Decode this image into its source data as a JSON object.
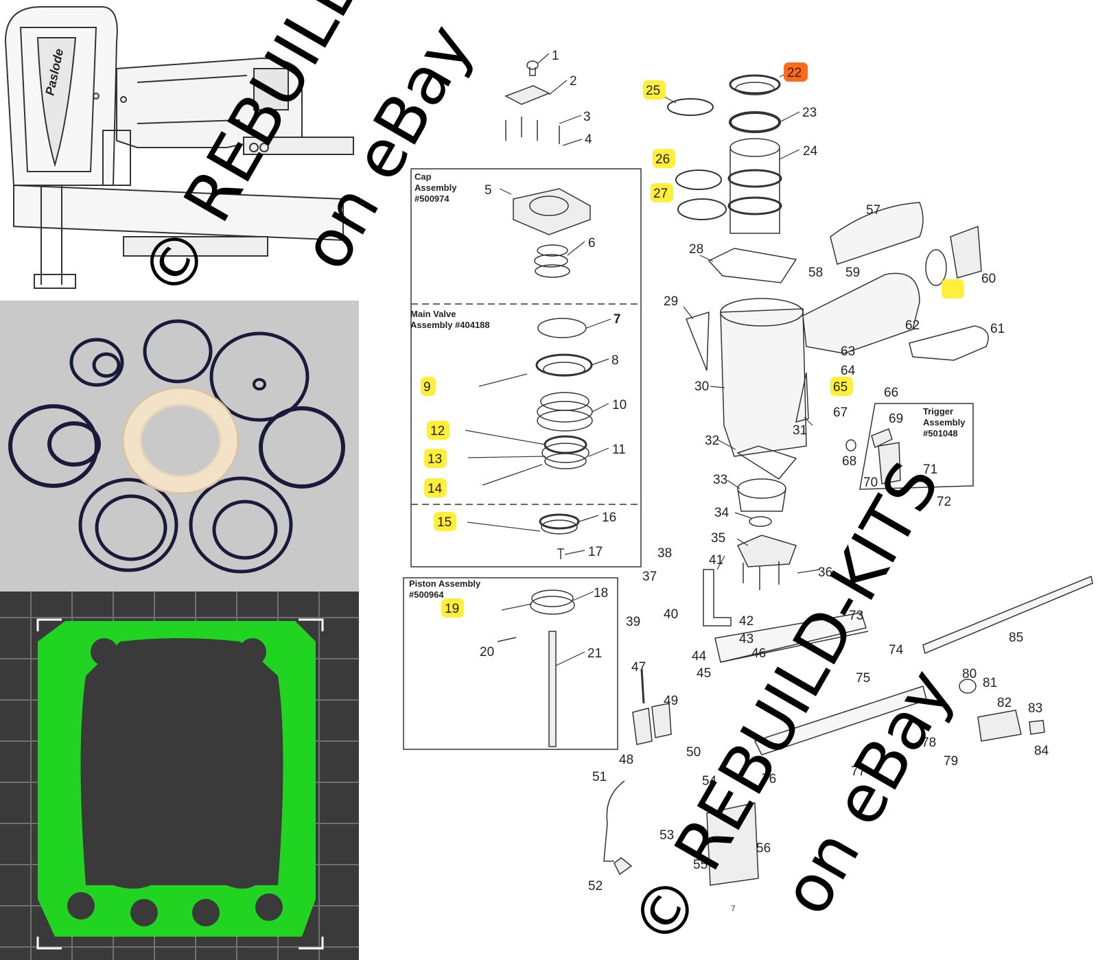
{
  "brand": "Paslode",
  "page_number": "7",
  "watermark": {
    "line1": "© REBUILD-KITS",
    "line2": "on eBay"
  },
  "highlight_colors": {
    "yellow": "#ffef3a",
    "orange": "#ff6a1a",
    "gasket": "#22d422"
  },
  "assemblies": {
    "cap": {
      "title": "Cap Assembly #500974"
    },
    "main_valve": {
      "title": "Main Valve Assembly #404188"
    },
    "piston": {
      "title": "Piston Assembly #500964"
    },
    "trigger": {
      "title": "Trigger Assembly #501048"
    }
  },
  "highlighted_parts": [
    "9",
    "12",
    "13",
    "14",
    "15",
    "19",
    "25",
    "26",
    "27",
    "65"
  ],
  "emphasized_part": "22",
  "callouts": [
    "1",
    "2",
    "3",
    "4",
    "5",
    "6",
    "7",
    "8",
    "9",
    "10",
    "11",
    "12",
    "13",
    "14",
    "15",
    "16",
    "17",
    "18",
    "19",
    "20",
    "21",
    "22",
    "23",
    "24",
    "25",
    "26",
    "27",
    "28",
    "29",
    "30",
    "31",
    "32",
    "33",
    "34",
    "35",
    "36",
    "37",
    "38",
    "39",
    "40",
    "41",
    "42",
    "43",
    "44",
    "45",
    "46",
    "47",
    "48",
    "49",
    "50",
    "51",
    "52",
    "53",
    "54",
    "55",
    "56",
    "57",
    "58",
    "59",
    "60",
    "61",
    "62",
    "63",
    "64",
    "65",
    "66",
    "67",
    "68",
    "69",
    "70",
    "71",
    "72",
    "73",
    "74",
    "75",
    "76",
    "77",
    "78",
    "79",
    "80",
    "81",
    "82",
    "83",
    "84",
    "85"
  ]
}
